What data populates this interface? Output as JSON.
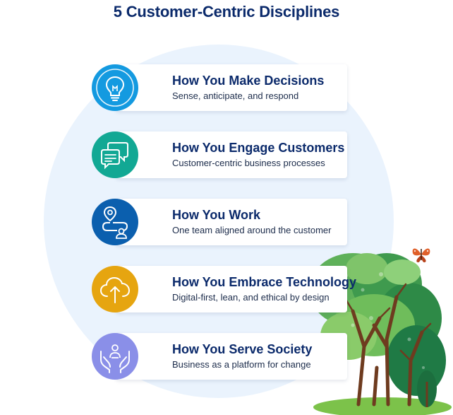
{
  "title": "5 Customer-Centric Disciplines",
  "colors": {
    "title": "#0b2a6b",
    "background_circle": "#eaf3fd",
    "decisions": "#149ae0",
    "engage": "#12a894",
    "work": "#0b5fae",
    "technology": "#e6a510",
    "society": "#8a8fe8"
  },
  "disciplines": [
    {
      "title": "How You Make Decisions",
      "subtitle": "Sense, anticipate, and respond",
      "icon": "lightbulb-icon"
    },
    {
      "title": "How You Engage Customers",
      "subtitle": "Customer-centric business processes",
      "icon": "chat-bubbles-icon"
    },
    {
      "title": "How You Work",
      "subtitle": "One team aligned around the customer",
      "icon": "route-person-icon"
    },
    {
      "title": "How You Embrace Technology",
      "subtitle": "Digital-first, lean, and ethical by design",
      "icon": "cloud-upload-icon"
    },
    {
      "title": "How You Serve Society",
      "subtitle": "Business as a platform for change",
      "icon": "hands-person-icon"
    }
  ]
}
